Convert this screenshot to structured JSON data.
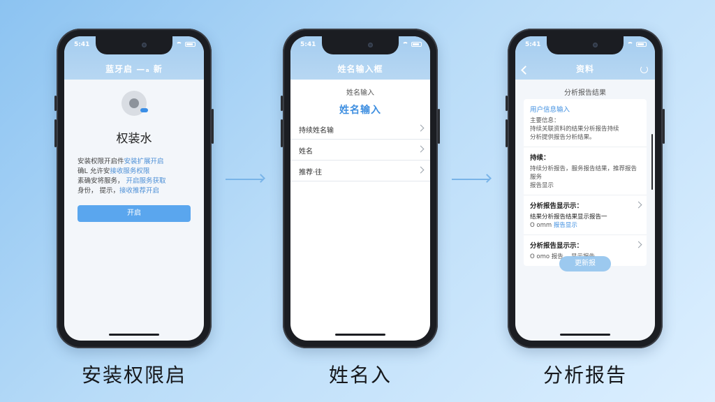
{
  "captions": [
    "安装权限启",
    "姓名入",
    "分析报告"
  ],
  "status_time": "5:41",
  "screen1": {
    "title": "蓝牙启 —ₐ 新",
    "heading": "权装水",
    "body_lines": [
      {
        "text": "安装权限开启件",
        "blue": "安装扩展开启"
      },
      {
        "text": "确L  允许安",
        "blue": "接收服务权限"
      },
      {
        "text": "素确安将服务，  ",
        "blue": "开启服务获取"
      },
      {
        "text": "身份，  提示，",
        "blue": "接收推荐开启"
      }
    ],
    "button": "开启"
  },
  "screen2": {
    "title": "姓名输入框",
    "subtitle": "姓名输入",
    "heading": "姓名输入",
    "rows": [
      "持续姓名输",
      "姓名",
      "推荐·往"
    ]
  },
  "screen3": {
    "title": "资料",
    "subtitle": "分析报告结果",
    "sec1_title": "用户信息输入",
    "sec1_lines": [
      "主要信息：",
      "持续关联资料的结果分析报告持续",
      "分析提供报告分析结果。"
    ],
    "sec2_title": "持续：",
    "sec2_lines": [
      "持续分析报告，服务报告结果，推荐报告服务",
      "报告显示"
    ],
    "sec3_title": "分析报告显示示：",
    "sec3_line": "结果分析报告结果显示报告一",
    "sec3_tag_prefix": "O omm",
    "sec3_tag": "报告显示",
    "sec4_title": "分析报告显示示：",
    "sec4_tag_prefix": "O omo",
    "sec4_tag": "报告，  显示报告",
    "button": "更新报"
  },
  "colors": {
    "accent": "#3d8ee0",
    "button": "#5aa6ee",
    "header": "#a5cdf0"
  }
}
